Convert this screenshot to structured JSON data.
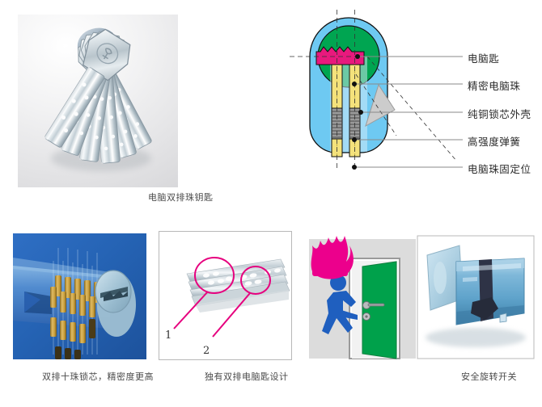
{
  "product_sheet": {
    "top_left": {
      "image_name": "computer-double-row-bead-keys-photo",
      "caption": "电脑双排珠钥匙"
    },
    "diagram": {
      "image_name": "lock-cylinder-cross-section",
      "labels": [
        "电脑匙",
        "精密电脑珠",
        "纯铜锁芯外壳",
        "高强度弹簧",
        "电脑珠固定位"
      ],
      "colors": {
        "housing": "#6ec9f2",
        "plug": "#00a551",
        "key": "#e8197d",
        "pin": "#f2df6a",
        "spring": "#8c8c8c",
        "wedge": "#c9c9c9",
        "outline": "#1a1a1a",
        "leader": "#8a8a8a"
      }
    },
    "bottom": [
      {
        "image_name": "ten-bead-double-row-cylinder",
        "caption": "双排十珠锁芯，精密度更高"
      },
      {
        "image_name": "double-row-computer-key-design",
        "caption": "独有双排电脑匙设计",
        "annotations": [
          "1",
          "2"
        ],
        "marker_color": "#e6007e"
      },
      {
        "image_name": "safety-rotating-switch",
        "caption": "安全旋转开关",
        "scene_colors": {
          "flame": "#ec008c",
          "door": "#00a14b",
          "person": "#1f5fbf",
          "wall": "#dcdcdc",
          "cylinder": "#7fb9d8"
        }
      }
    ]
  }
}
